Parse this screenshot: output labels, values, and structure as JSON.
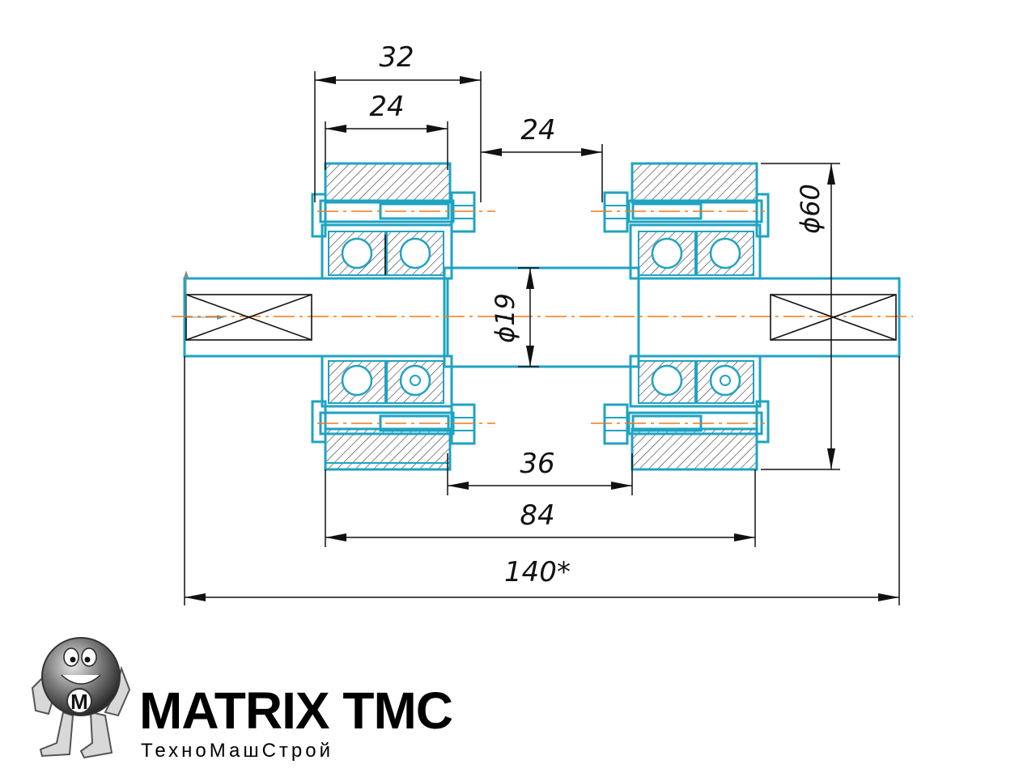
{
  "dimensions": {
    "d32": "32",
    "d24_left": "24",
    "d24_gap": "24",
    "d60": "ϕ60",
    "d19": "ϕ19",
    "d36": "36",
    "d84": "84",
    "d140": "140*"
  },
  "logo": {
    "name": "MATRIX TMC",
    "subtitle": "ТехноМашСтрой",
    "badge_letter": "M"
  },
  "colors": {
    "part_outline": "#1fa3c2",
    "centerline": "#f07a1a",
    "dimension": "#111111"
  }
}
